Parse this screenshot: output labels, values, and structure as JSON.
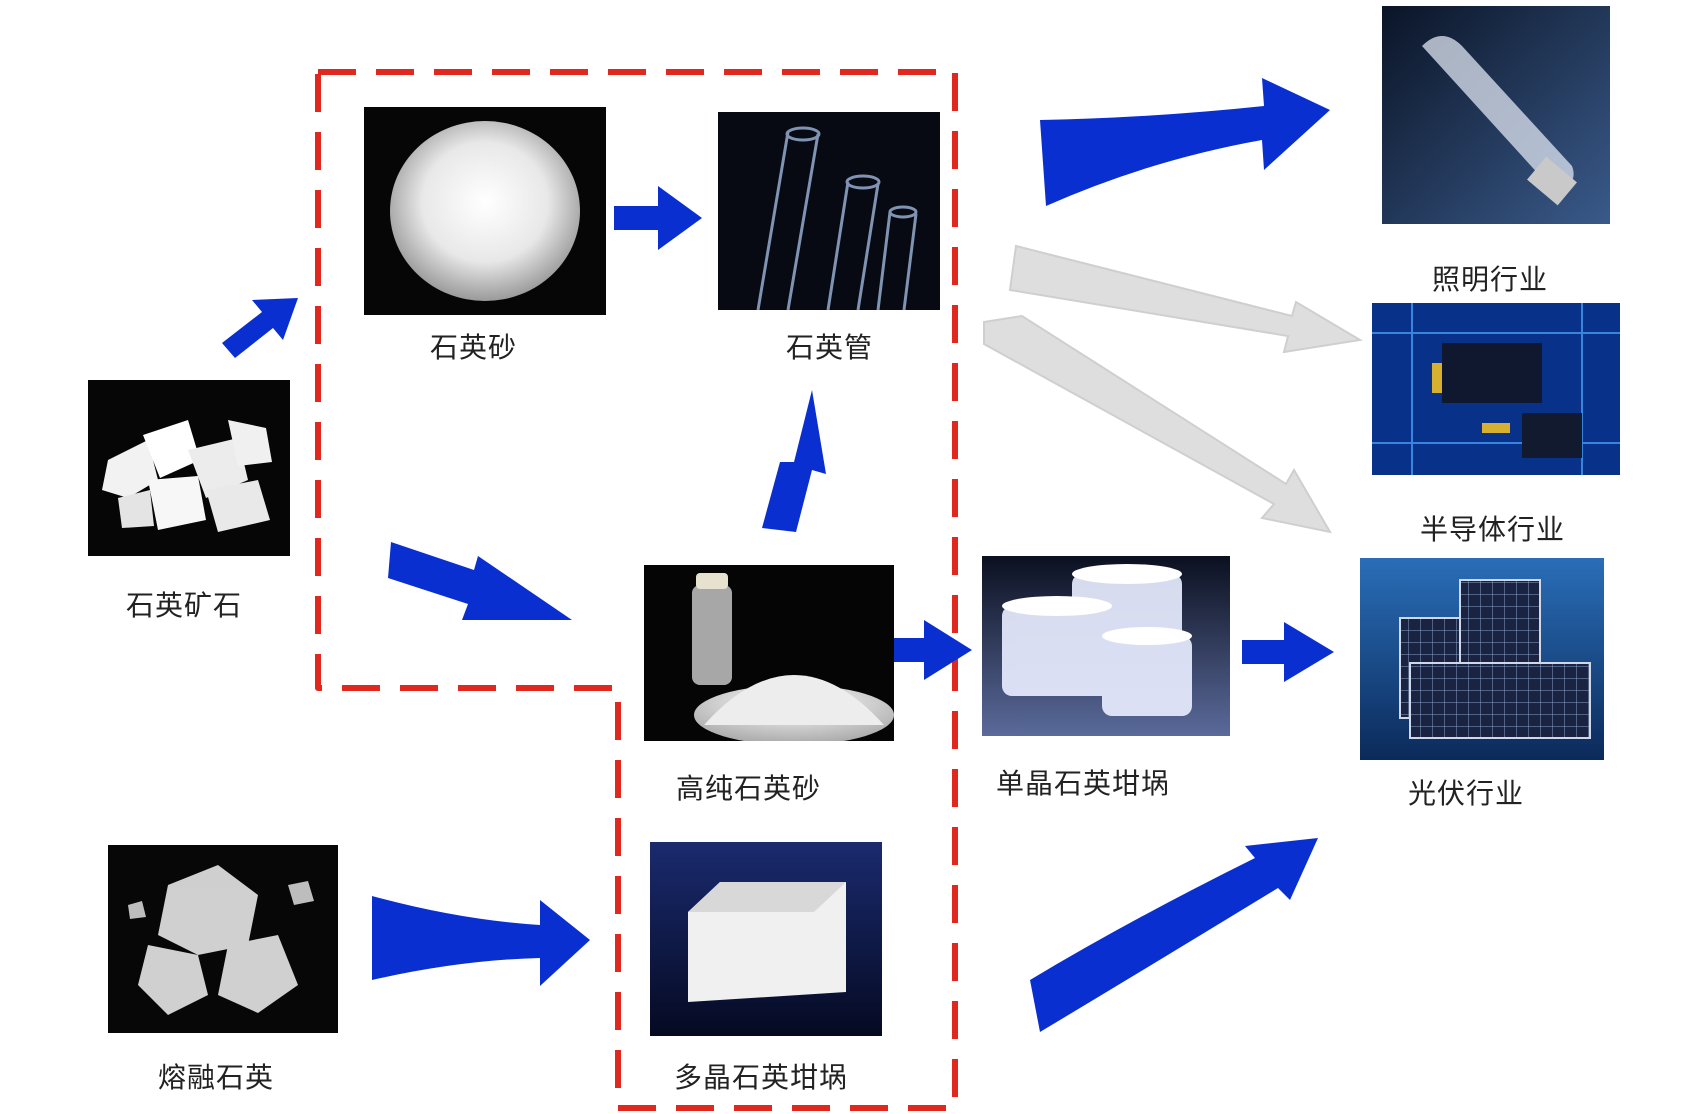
{
  "nodes": {
    "quartz_ore": {
      "label": "石英矿石",
      "icon": "quartz-ore-photo"
    },
    "quartz_sand": {
      "label": "石英砂",
      "icon": "quartz-sand-photo"
    },
    "quartz_tube": {
      "label": "石英管",
      "icon": "quartz-tube-photo"
    },
    "hp_quartz_sand": {
      "label": "高纯石英砂",
      "icon": "high-purity-quartz-sand-photo"
    },
    "mono_crucible": {
      "label": "单晶石英坩埚",
      "icon": "mono-crystal-crucible-photo"
    },
    "fused_quartz": {
      "label": "熔融石英",
      "icon": "fused-quartz-photo"
    },
    "poly_crucible": {
      "label": "多晶石英坩埚",
      "icon": "poly-crystal-crucible-photo"
    },
    "lighting": {
      "label": "照明行业",
      "icon": "lamp-photo"
    },
    "semiconductor": {
      "label": "半导体行业",
      "icon": "circuit-board-photo"
    },
    "photovoltaic": {
      "label": "光伏行业",
      "icon": "solar-panel-photo"
    }
  },
  "colors": {
    "primary_arrow": "#0a2fd1",
    "secondary_arrow": "#dedede",
    "boundary": "#e0281e"
  }
}
